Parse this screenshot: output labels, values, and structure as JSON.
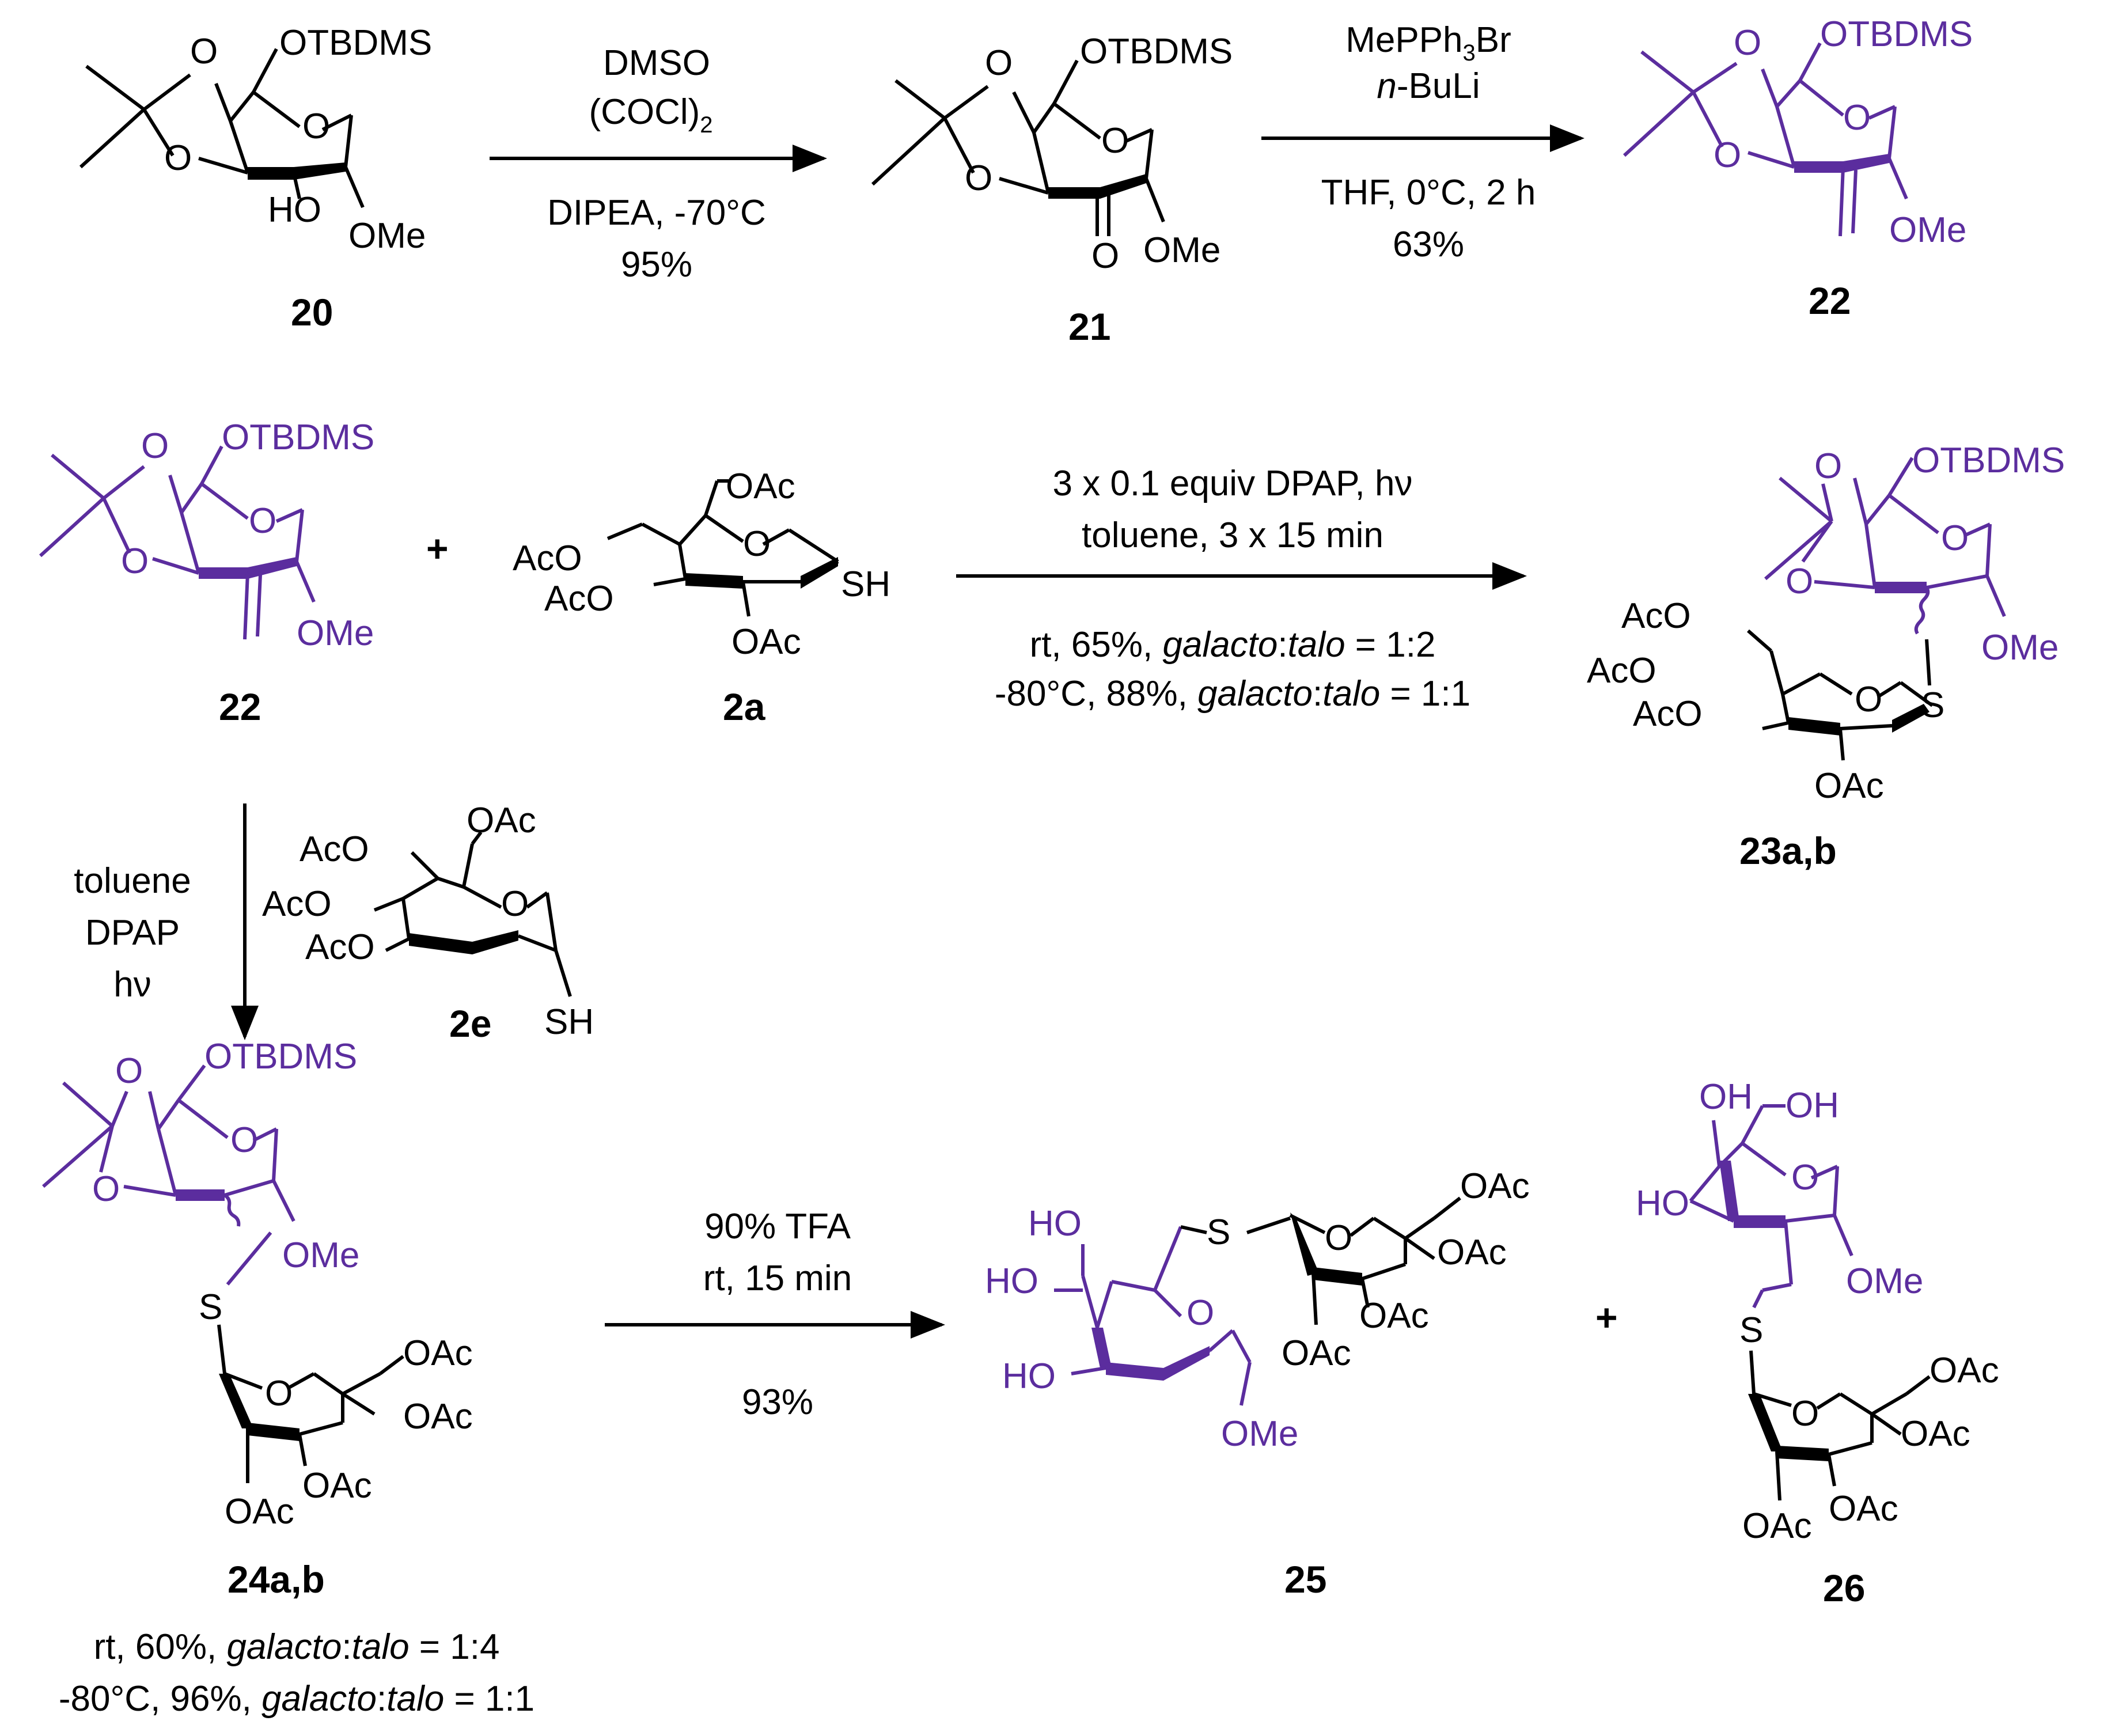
{
  "colors": {
    "black": "#000000",
    "purple": "#5b2d9e"
  },
  "compounds": {
    "c20": {
      "label": "20",
      "groups": {
        "otbdms": "OTBDMS",
        "o1": "O",
        "o2": "O",
        "o_ring": "O",
        "ho": "HO",
        "ome": "OMe"
      }
    },
    "c21": {
      "label": "21",
      "groups": {
        "otbdms": "OTBDMS",
        "o1": "O",
        "o2": "O",
        "o_ring": "O",
        "o_keto": "O",
        "ome": "OMe"
      }
    },
    "c22a": {
      "label": "22",
      "groups": {
        "otbdms": "OTBDMS",
        "o1": "O",
        "o2": "O",
        "o_ring": "O",
        "ome": "OMe"
      }
    },
    "c22b": {
      "label": "22",
      "groups": {
        "otbdms": "OTBDMS",
        "o1": "O",
        "o2": "O",
        "o_ring": "O",
        "ome": "OMe"
      }
    },
    "c2a": {
      "label": "2a",
      "groups": {
        "oac6": "OAc",
        "aco4": "AcO",
        "aco3": "AcO",
        "oac2": "OAc",
        "o_ring": "O",
        "sh": "SH"
      }
    },
    "c23": {
      "label": "23a,b",
      "groups": {
        "otbdms": "OTBDMS",
        "o1": "O",
        "o2": "O",
        "o_ring": "O",
        "ome": "OMe",
        "s": "S",
        "aco6": "AcO",
        "aco4": "AcO",
        "aco3": "AcO",
        "oac2": "OAc",
        "o_ring2": "O"
      }
    },
    "c2e": {
      "label": "2e",
      "groups": {
        "aco6": "AcO",
        "oac2": "OAc",
        "aco4": "AcO",
        "aco3": "AcO",
        "o_ring": "O",
        "sh": "SH"
      }
    },
    "c24": {
      "label": "24a,b",
      "groups": {
        "otbdms": "OTBDMS",
        "o1": "O",
        "o2": "O",
        "o_ring": "O",
        "ome": "OMe",
        "s": "S",
        "oac6": "OAc",
        "oac4": "OAc",
        "oac3": "OAc",
        "oac2": "OAc",
        "o_ring2": "O"
      }
    },
    "c25": {
      "label": "25",
      "groups": {
        "ho6": "HO",
        "ho4": "HO",
        "ho3": "HO",
        "o_ring": "O",
        "ome": "OMe",
        "s": "S",
        "o_ring2": "O",
        "oac6": "OAc",
        "oac4": "OAc",
        "oac3": "OAc",
        "oac2": "OAc"
      }
    },
    "c26": {
      "label": "26",
      "groups": {
        "oh4": "OH",
        "oh6": "OH",
        "ho3": "HO",
        "o_ring": "O",
        "ome": "OMe",
        "s": "S",
        "o_ring2": "O",
        "oac6": "OAc",
        "oac4": "OAc",
        "oac3": "OAc",
        "oac2": "OAc"
      }
    }
  },
  "reactions": {
    "r1": {
      "above": [
        "DMSO",
        "(COCl)"
      ],
      "above_sub": "2",
      "below": [
        "DIPEA, -70°C",
        "95%"
      ]
    },
    "r2": {
      "above1_pre": "MePPh",
      "above1_sub": "3",
      "above1_post": "Br",
      "above2_italic": "n",
      "above2_rest": "-BuLi",
      "below": [
        "THF, 0°C, 2 h",
        "63%"
      ]
    },
    "r3": {
      "above": [
        "3 x 0.1 equiv DPAP,  hν",
        "toluene, 3 x 15 min"
      ],
      "below1_pre": "rt, 65%, ",
      "below1_galacto": "galacto",
      "below1_colon": ":",
      "below1_talo": "talo",
      "below1_ratio": " = 1:2",
      "below2_pre": "-80°C, 88%, ",
      "below2_galacto": "galacto",
      "below2_colon": ":",
      "below2_talo": "talo",
      "below2_ratio": " = 1:1"
    },
    "r4": {
      "side": [
        "toluene",
        "DPAP",
        "hν"
      ]
    },
    "r5": {
      "above": [
        "90% TFA",
        "rt, 15 min"
      ],
      "below": [
        "93%"
      ]
    }
  },
  "plus": [
    "+",
    "+"
  ],
  "footnote": {
    "line1_pre": "rt, 60%, ",
    "line1_galacto": "galacto",
    "line1_colon": ":",
    "line1_talo": "talo",
    "line1_ratio": " = 1:4",
    "line2_pre": "-80°C, 96%, ",
    "line2_galacto": "galacto",
    "line2_colon": ":",
    "line2_talo": "talo",
    "line2_ratio": " = 1:1"
  }
}
